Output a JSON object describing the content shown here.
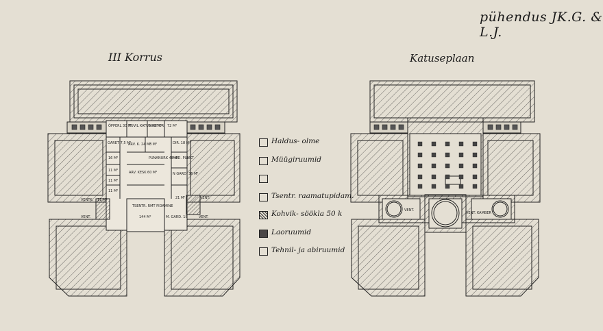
{
  "header": {
    "dedication": "pühendus JK.G. & L.J.",
    "left_title": "III Korrus",
    "right_title": "Katuseplaan"
  },
  "legend": [
    {
      "label": "Haldus- olme",
      "fill": "none"
    },
    {
      "label": "Müügiruumid",
      "fill": "none"
    },
    {
      "label": "",
      "fill": "none"
    },
    {
      "label": "Tsentr. raamatupidam.",
      "fill": "none"
    },
    {
      "label": "Kohvik- söökla 50 k",
      "fill": "hatch"
    },
    {
      "label": "Laoruumid",
      "fill": "dark"
    },
    {
      "label": "Tehnil- ja abiruumid",
      "fill": "none"
    }
  ],
  "rooms": {
    "opperl": "ÕPPERL 30 M²",
    "tuvil": "TUVIL KATUS 42 M²",
    "kontor": "KONTOR",
    "kontor_area": "72 M²",
    "garet": "GARET 7,5 M²",
    "arv_k": "ARV. K. 24 M²",
    "a_8m": "8 M²",
    "dir": "DIR. 18 M²",
    "r16": "16 M²",
    "punanurk": "PUNANURK 48 M²",
    "med_punkt": "MED. PUNKT",
    "r11a": "11 M²",
    "arv_kesk": "ARV. KESK 60 M²",
    "n_garo": "N GARD. 36 M²",
    "r11b": "11 M²",
    "r11c": "11 M²",
    "ventk": "VENTK.",
    "ventk_area": "11 M²",
    "tsentr": "TSENTR. RMT PIDAMINE",
    "tsentr_area": "144 M²",
    "r21": "21 M²",
    "vent_r": "VENT.",
    "vent_bl": "VENT.",
    "m_gard": "M. GARD. 18",
    "vent_br": "VENT."
  },
  "roof_labels": {
    "left_circle": "VENT.",
    "right_circle": "VENT. KAMBER"
  }
}
